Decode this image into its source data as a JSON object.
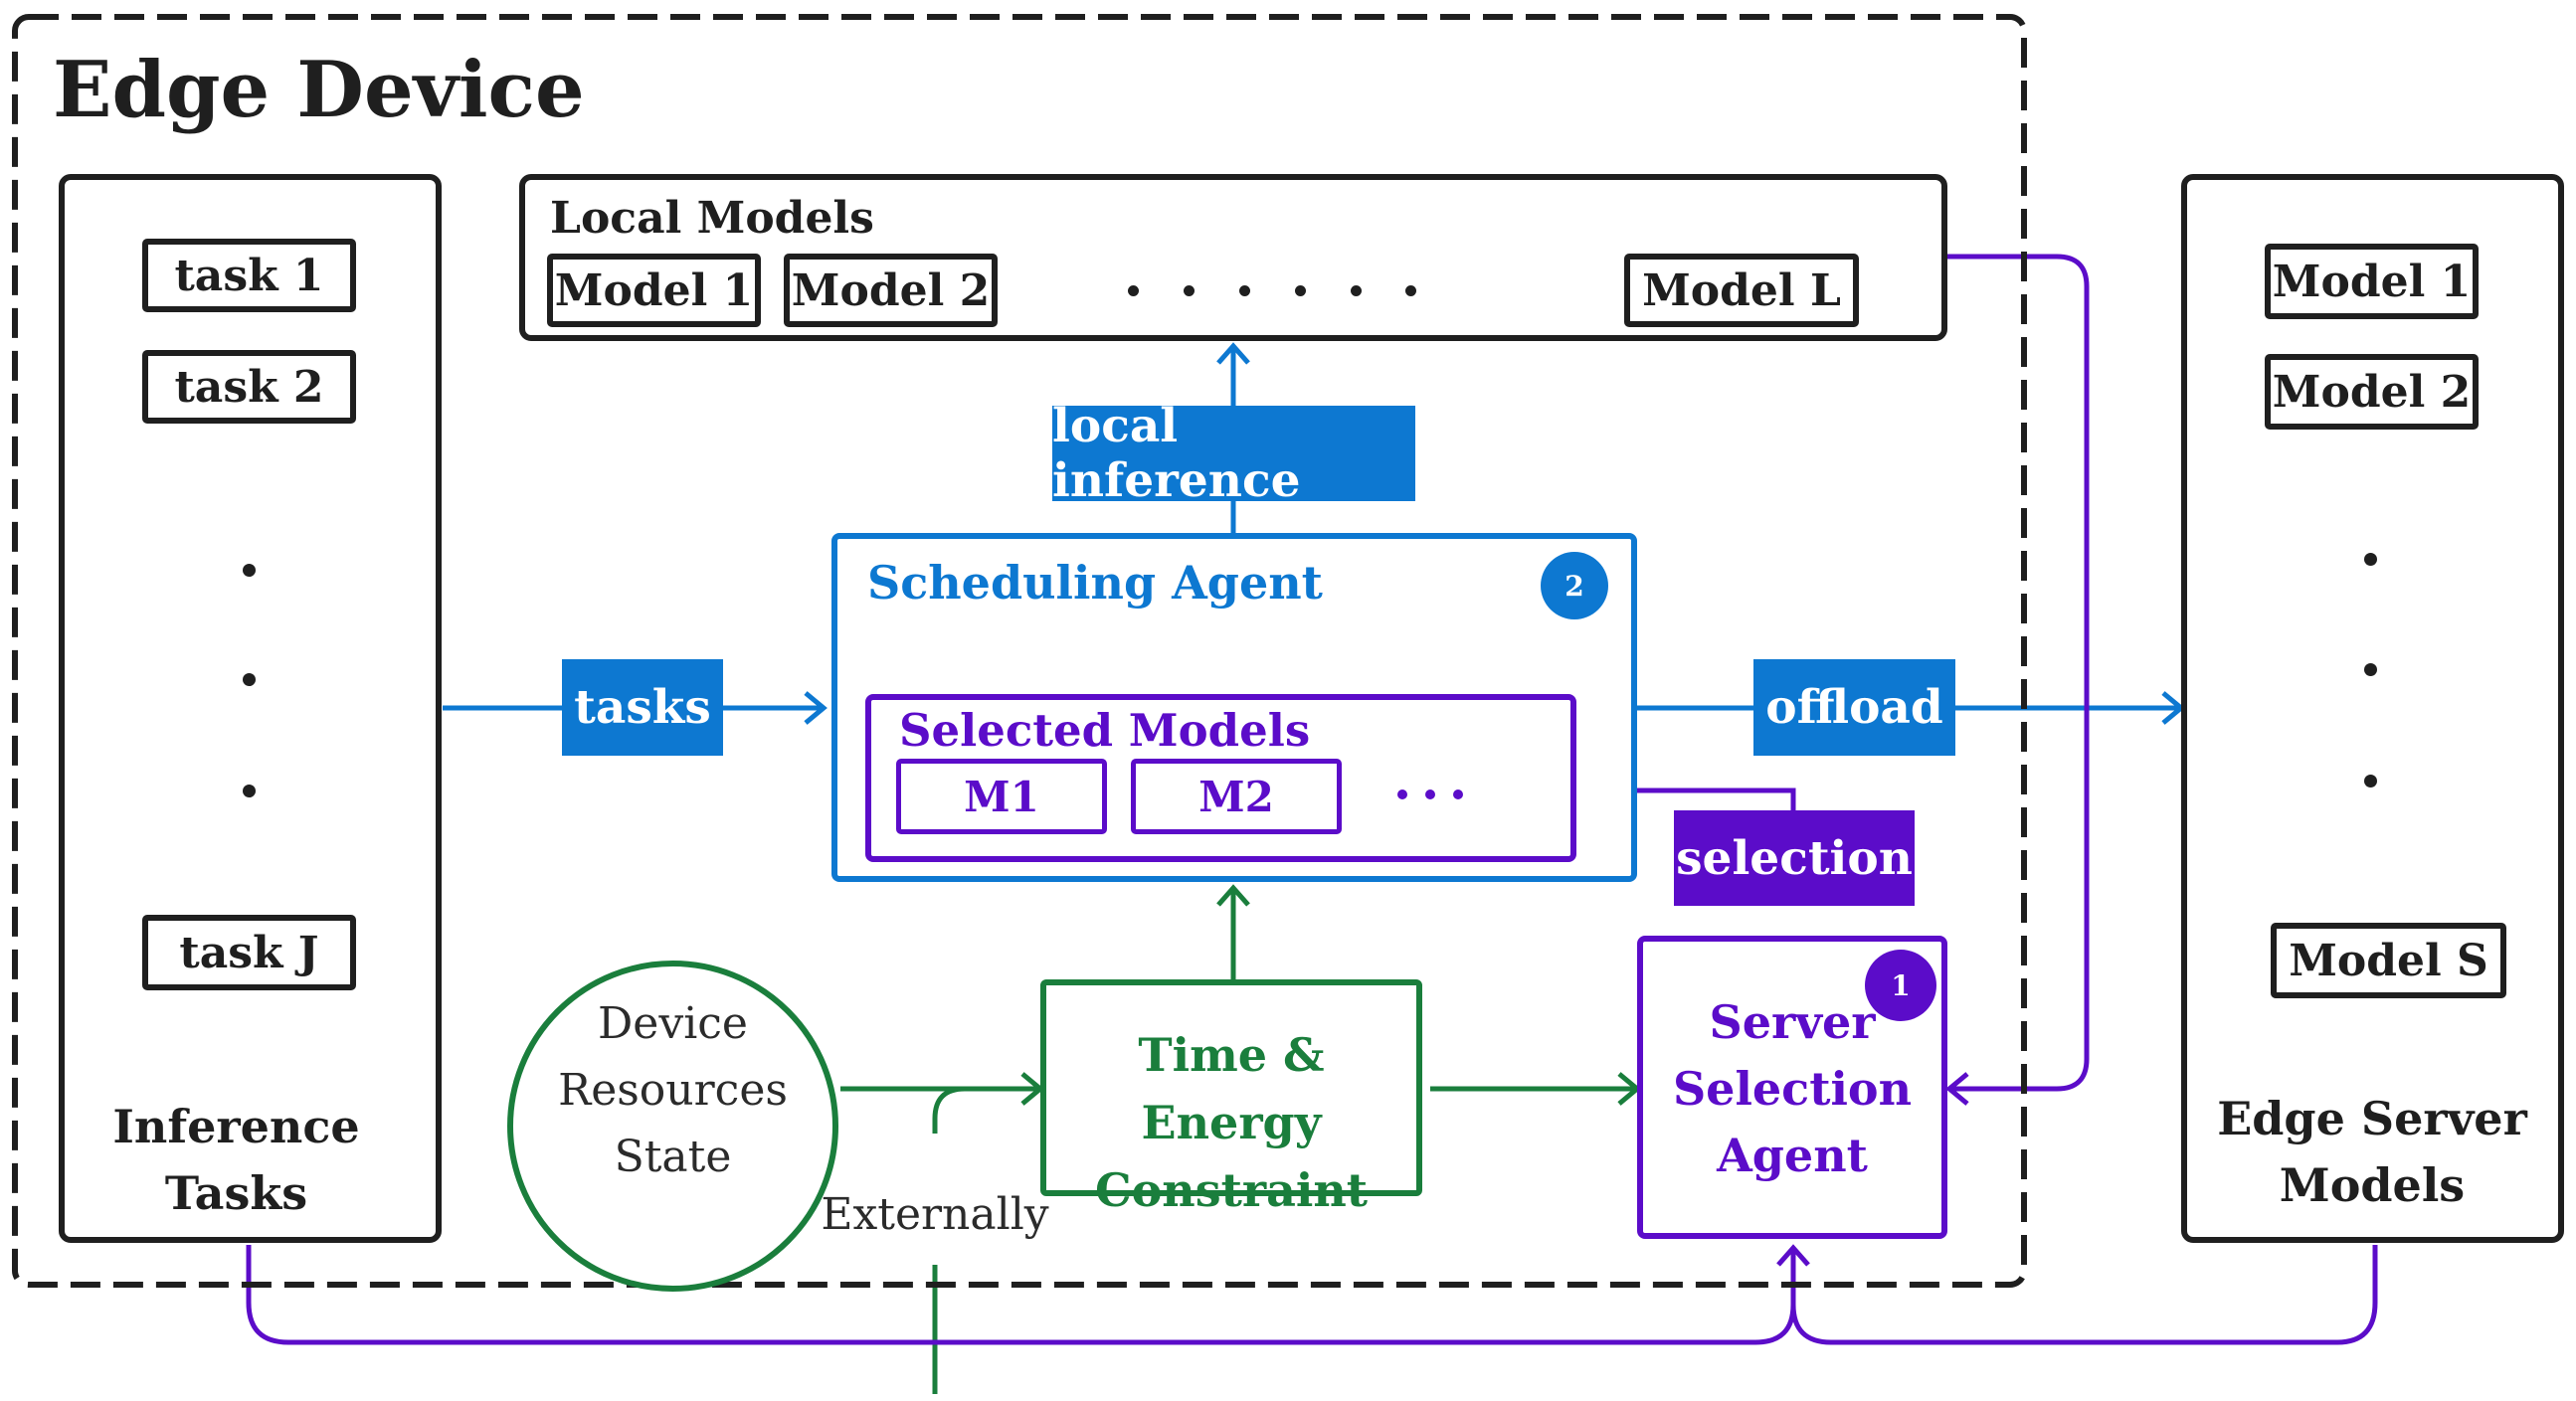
{
  "edge_device": {
    "title": "Edge Device",
    "inference_tasks": {
      "label_line1": "Inference",
      "label_line2": "Tasks",
      "tasks": [
        "task 1",
        "task 2",
        "task J"
      ]
    },
    "local_models": {
      "title": "Local Models",
      "models": [
        "Model 1",
        "Model 2",
        "Model L"
      ]
    },
    "local_inference_label": "local inference",
    "tasks_label": "tasks",
    "offload_label": "offload",
    "selection_label": "selection",
    "scheduling_agent": {
      "title": "Scheduling Agent",
      "badge": "2",
      "selected_models": {
        "title": "Selected Models",
        "models": [
          "M1",
          "M2"
        ]
      }
    },
    "device_resources": {
      "line1": "Device",
      "line2": "Resources",
      "line3": "State"
    },
    "externally_label": "Externally",
    "time_energy": {
      "line1": "Time & Energy",
      "line2": "Constraint"
    },
    "server_selection": {
      "line1": "Server",
      "line2": "Selection",
      "line3": "Agent",
      "badge": "1"
    }
  },
  "edge_server": {
    "label_line1": "Edge Server",
    "label_line2": "Models",
    "models": [
      "Model 1",
      "Model 2",
      "Model S"
    ]
  },
  "colors": {
    "dark": "#1f1f1f",
    "blue": "#0d78d1",
    "purple": "#5b0cc9",
    "green": "#1a7e3c"
  }
}
